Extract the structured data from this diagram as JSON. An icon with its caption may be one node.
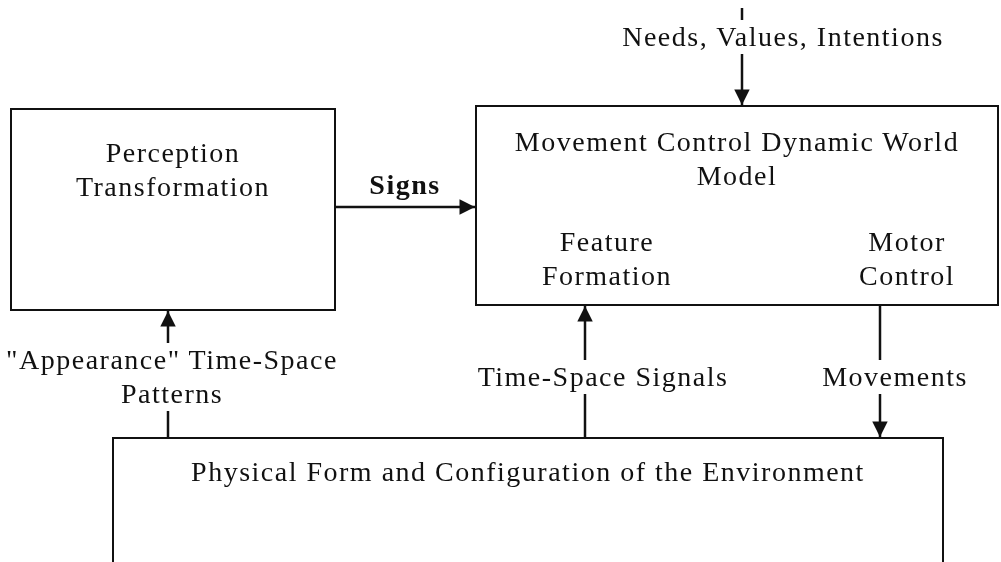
{
  "diagram": {
    "nodes": [
      {
        "text": [
          "Perception Transformation"
        ]
      },
      {
        "text": [
          "Movement Control Dynamic World Model"
        ]
      },
      {
        "text": [
          "Feature Formation"
        ],
        "in": 1
      },
      {
        "text": [
          "Motor Control"
        ],
        "in": 1
      },
      {
        "text": [
          "Physical Form and Configuration of the Environment"
        ]
      }
    ],
    "edges": [
      {
        "from": null,
        "to": 1,
        "arrow": "to",
        "label": "Needs, Values, Intentions"
      },
      {
        "from": 0,
        "to": 1,
        "arrow": "to",
        "label": "Signs"
      },
      {
        "from": 4,
        "to": 0,
        "arrow": "to",
        "label": "\"Appearance\" Time-Space Patterns"
      },
      {
        "from": 4,
        "to": 2,
        "arrow": "to",
        "label": "Time-Space Signals"
      },
      {
        "from": 3,
        "to": 4,
        "arrow": "to",
        "label": "Movements"
      }
    ]
  }
}
